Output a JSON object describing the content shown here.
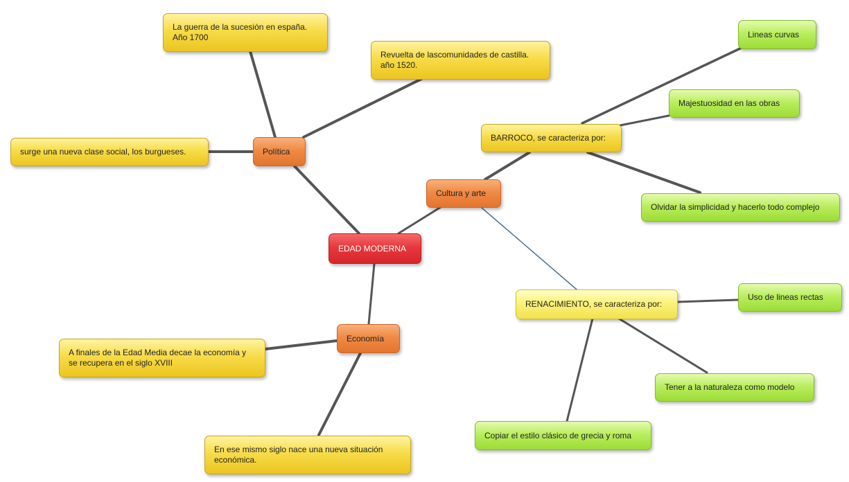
{
  "colors": {
    "link": "#5a5a5a",
    "link_blue": "#4a6f8f"
  },
  "nodes": {
    "root": "EDAD MODERNA",
    "politica": "Política",
    "cultura": "Cultura y arte",
    "economia": "Economía",
    "guerra": "La guerra de la sucesión en españa.\nAño 1700",
    "revuelta": "Revuelta de lascomunidades de castilla.\naño 1520.",
    "burgueses": "surge una nueva clase social, los burgueses.",
    "barroco": "BARROCO, se caracteriza por:",
    "lineas_curvas": "Lineas curvas",
    "majestuosidad": "Majestuosidad en las obras",
    "olvidar": "Olvidar la simplicidad y hacerlo todo complejo",
    "renacimiento": "RENACIMIENTO, se caracteriza por:",
    "lineas_rectas": "Uso de lineas rectas",
    "naturaleza": "Tener a la naturaleza como modelo",
    "copiar": "Copiar el estilo clásico de grecia y roma",
    "decae": "A finales de la Edad Media decae la economía y\nse recupera en el siglo XVIII",
    "nueva_situacion": "En ese mismo siglo nace una nueva situación\neconómica."
  }
}
